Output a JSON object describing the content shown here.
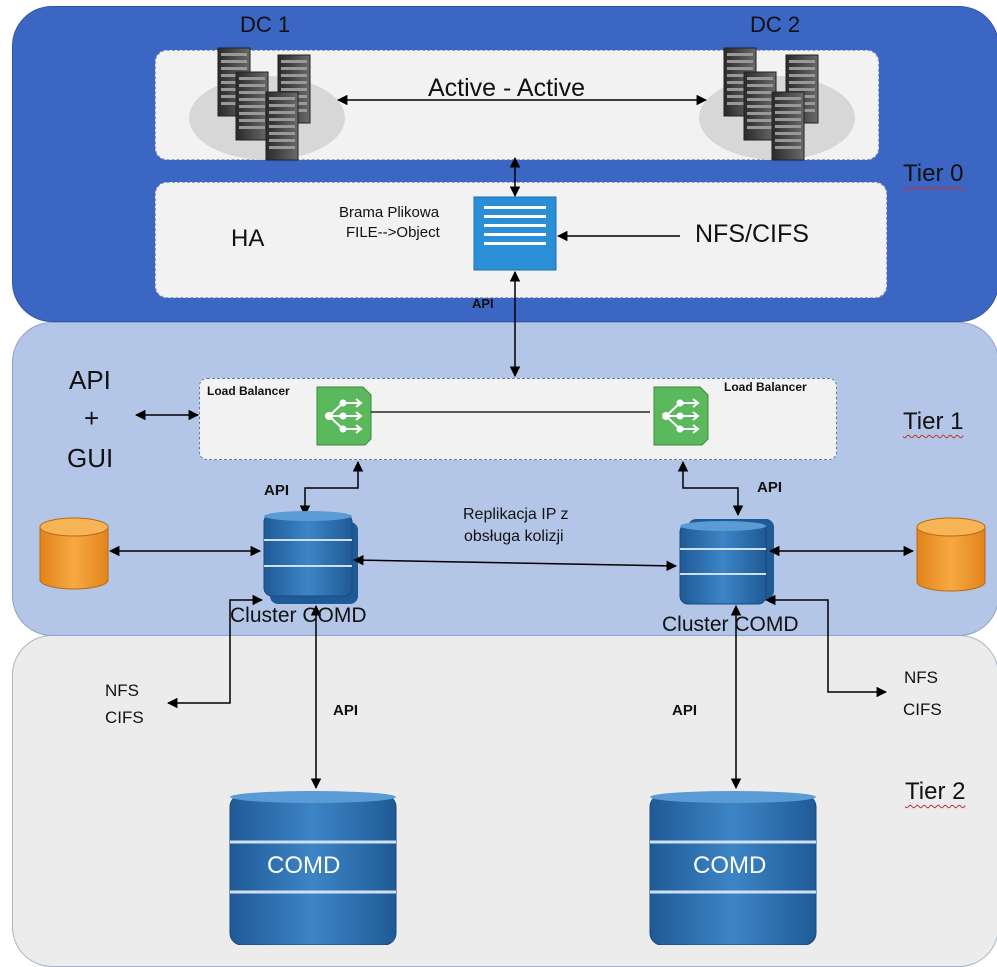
{
  "tiers": {
    "tier0": "Tier 0",
    "tier1": "Tier 1",
    "tier2": "Tier 2"
  },
  "datacenters": {
    "dc1": "DC 1",
    "dc2": "DC 2",
    "mode": "Active - Active"
  },
  "gateway": {
    "ha": "HA",
    "name_line1": "Brama Plikowa",
    "name_line2": "FILE-->Object",
    "protocol": "NFS/CIFS",
    "api": "API"
  },
  "management": {
    "line1": "API",
    "line2": "+",
    "line3": "GUI"
  },
  "load_balancers": {
    "left": "Load Balancer",
    "right": "Load Balancer"
  },
  "clusters": {
    "left_name": "Cluster COMD",
    "right_name": "Cluster COMD",
    "left_api": "API",
    "right_api": "API",
    "replication_line1": "Replikacja IP z",
    "replication_line2": "obsługa kolizji"
  },
  "tier2": {
    "left_nfs": "NFS",
    "left_cifs": "CIFS",
    "right_nfs": "NFS",
    "right_cifs": "CIFS",
    "left_api": "API",
    "right_api": "API",
    "left_store": "COMD",
    "right_store": "COMD"
  },
  "colors": {
    "tier0_bg": "#3b66c4",
    "tier1_bg": "#b4c6e7",
    "tier2_bg": "#ececec",
    "db_blue": "#2e75b6",
    "cylinder_orange": "#f39a2e",
    "lb_green": "#5cb85c",
    "gateway_blue": "#2b8fd8"
  }
}
